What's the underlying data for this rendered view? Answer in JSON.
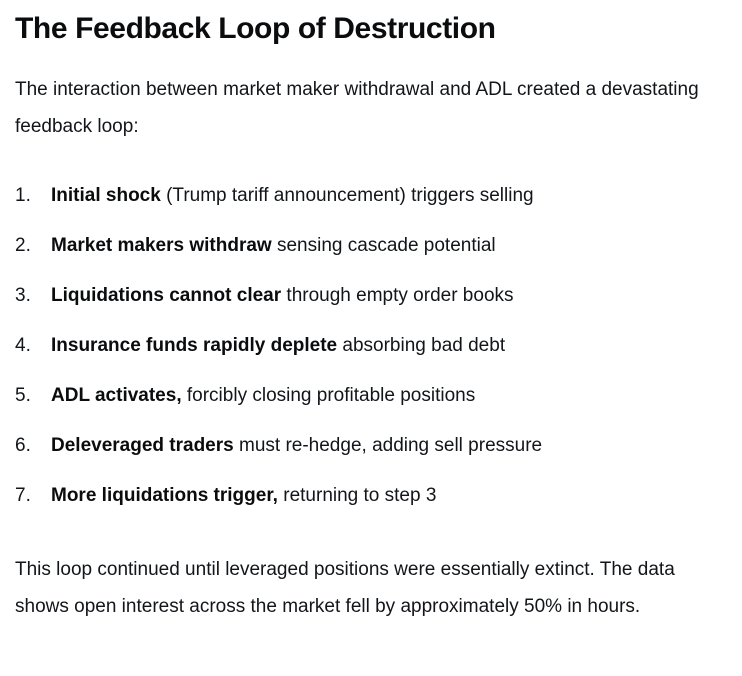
{
  "document": {
    "title": "The Feedback Loop of Destruction",
    "intro_paragraph": "The interaction between market maker withdrawal and ADL created a devastating feedback loop:",
    "steps": [
      {
        "number": "1.",
        "lead": "Initial shock",
        "rest": " (Trump tariff announcement) triggers selling"
      },
      {
        "number": "2.",
        "lead": "Market makers withdraw",
        "rest": " sensing cascade potential"
      },
      {
        "number": "3.",
        "lead": "Liquidations cannot clear",
        "rest": " through empty order books"
      },
      {
        "number": "4.",
        "lead": "Insurance funds rapidly deplete",
        "rest": " absorbing bad debt"
      },
      {
        "number": "5.",
        "lead": "ADL activates,",
        "rest": " forcibly closing profitable positions"
      },
      {
        "number": "6.",
        "lead": "Deleveraged traders",
        "rest": " must re-hedge, adding sell pressure"
      },
      {
        "number": "7.",
        "lead": "More liquidations trigger,",
        "rest": " returning to step 3"
      }
    ],
    "closing_paragraph": "This loop continued until leveraged positions were essentially extinct. The data shows open interest across the market fell by approximately 50% in hours."
  },
  "colors": {
    "background": "#ffffff",
    "heading": "#0b0c0e",
    "body_text": "#12151a"
  }
}
